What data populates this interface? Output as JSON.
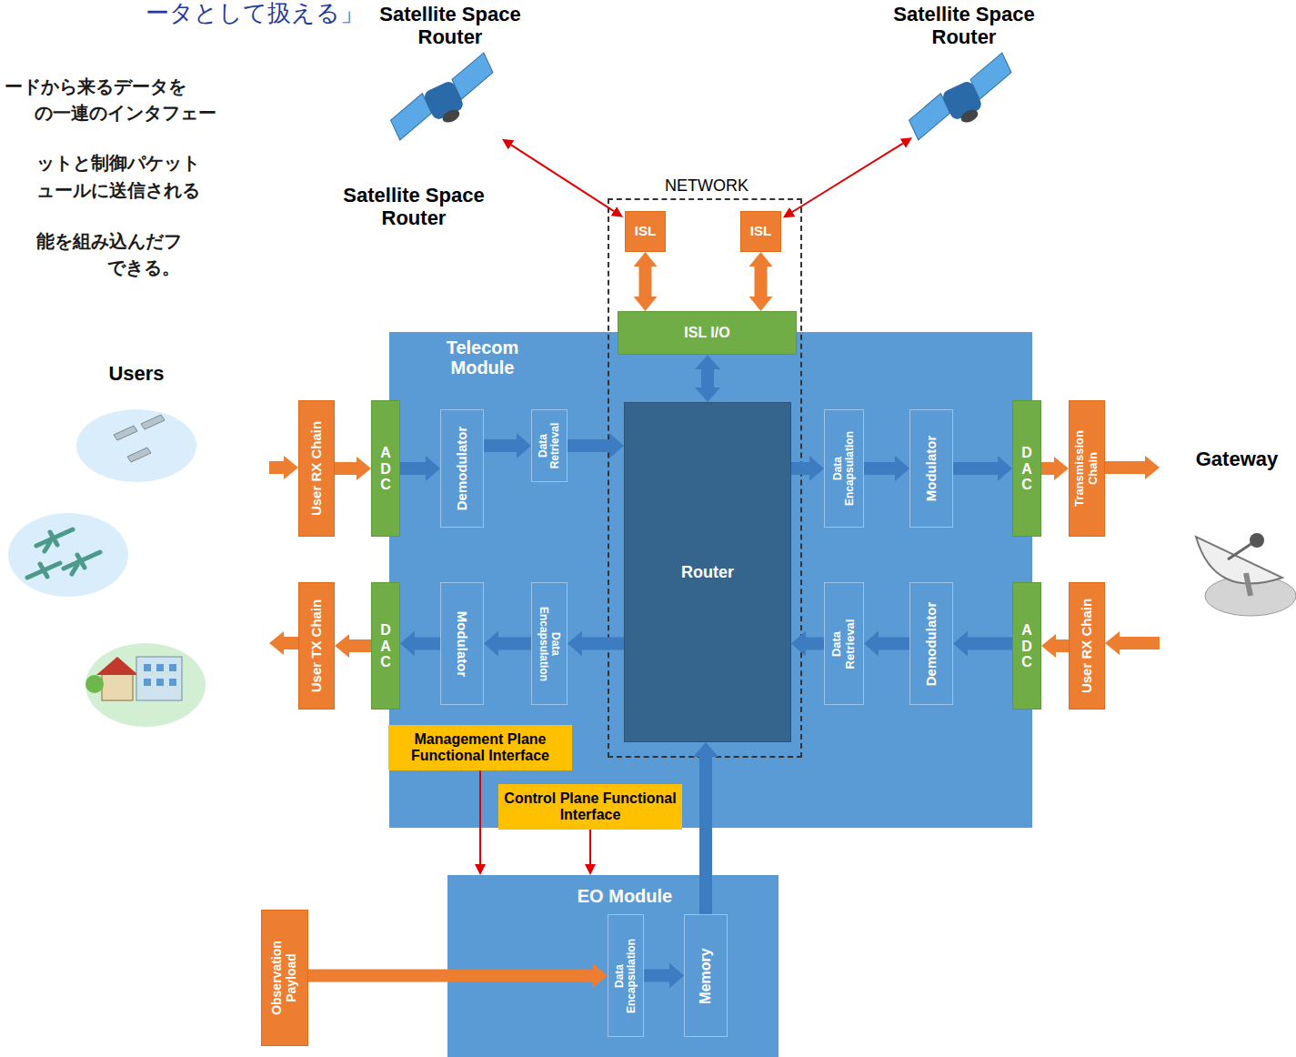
{
  "diagram": {
    "nodes": [
      {
        "text": [
          "Satellite Space Router"
        ]
      },
      {
        "text": [
          "Satellite Space Router"
        ]
      },
      {
        "text": [
          "Telecom Module"
        ]
      },
      {
        "text": [
          "User RX Chain"
        ]
      },
      {
        "text": [
          "ADC"
        ],
        "in": 2
      },
      {
        "text": [
          "Demodulator"
        ],
        "in": 2
      },
      {
        "text": [
          "Data Retrieval"
        ],
        "in": 2
      },
      {
        "text": [
          "Data Encapsulation"
        ],
        "in": 2
      },
      {
        "text": [
          "Modulator"
        ],
        "in": 2
      },
      {
        "text": [
          "DAC"
        ],
        "in": 2
      },
      {
        "text": [
          "Transmission Chain"
        ]
      },
      {
        "text": [
          "User TX Chain"
        ]
      },
      {
        "text": [
          "DAC"
        ],
        "in": 2
      },
      {
        "text": [
          "Modulator"
        ],
        "in": 2
      },
      {
        "text": [
          "Data Encapsulation"
        ],
        "in": 2
      },
      {
        "text": [
          "Data Retrieval"
        ],
        "in": 2
      },
      {
        "text": [
          "Demodulator"
        ],
        "in": 2
      },
      {
        "text": [
          "ADC"
        ],
        "in": 2
      },
      {
        "text": [
          "User RX Chain"
        ]
      },
      {
        "text": [
          "NETWORK"
        ]
      },
      {
        "text": [
          "ISL"
        ],
        "in": 19
      },
      {
        "text": [
          "ISL"
        ],
        "in": 19
      },
      {
        "text": [
          "ISL I/O"
        ],
        "in": 19
      },
      {
        "text": [
          "Router"
        ],
        "in": 19
      },
      {
        "text": [
          "Management Plane Functional Interface"
        ],
        "in": 2
      },
      {
        "text": [
          "Control Plane Functional Interface"
        ],
        "in": 2
      },
      {
        "text": [
          "EO Module"
        ]
      },
      {
        "text": [
          "Observation Payload"
        ]
      },
      {
        "text": [
          "Data Encapsulation"
        ],
        "in": 26
      },
      {
        "text": [
          "Memory"
        ],
        "in": 26
      }
    ],
    "edges": [
      {
        "from": 0,
        "to": 20,
        "arrow": "both"
      },
      {
        "from": 1,
        "to": 21,
        "arrow": "both"
      },
      {
        "from": 20,
        "to": 22,
        "arrow": "both"
      },
      {
        "from": 21,
        "to": 22,
        "arrow": "both"
      },
      {
        "from": 22,
        "to": 23,
        "arrow": "both"
      },
      {
        "from": 3,
        "to": 4,
        "arrow": "to"
      },
      {
        "from": 4,
        "to": 5,
        "arrow": "to"
      },
      {
        "from": 5,
        "to": 6,
        "arrow": "to"
      },
      {
        "from": 6,
        "to": 23,
        "arrow": "to"
      },
      {
        "from": 23,
        "to": 7,
        "arrow": "to"
      },
      {
        "from": 7,
        "to": 8,
        "arrow": "to"
      },
      {
        "from": 8,
        "to": 9,
        "arrow": "to"
      },
      {
        "from": 9,
        "to": 10,
        "arrow": "to"
      },
      {
        "from": 23,
        "to": 14,
        "arrow": "to"
      },
      {
        "from": 14,
        "to": 13,
        "arrow": "to"
      },
      {
        "from": 13,
        "to": 12,
        "arrow": "to"
      },
      {
        "from": 12,
        "to": 11,
        "arrow": "to"
      },
      {
        "from": 18,
        "to": 17,
        "arrow": "to"
      },
      {
        "from": 17,
        "to": 16,
        "arrow": "to"
      },
      {
        "from": 16,
        "to": 15,
        "arrow": "to"
      },
      {
        "from": 15,
        "to": 23,
        "arrow": "to"
      },
      {
        "from": 24,
        "to": 26,
        "arrow": "to"
      },
      {
        "from": 25,
        "to": 26,
        "arrow": "to"
      },
      {
        "from": 27,
        "to": 28,
        "arrow": "to"
      },
      {
        "from": 28,
        "to": 29,
        "arrow": "to"
      },
      {
        "from": 29,
        "to": 23,
        "arrow": "to"
      }
    ],
    "labels": [
      "ータとして扱える」",
      "ードから来るデータを",
      "の一連のインタフェー",
      "ットと制御パケット",
      "ュールに送信される",
      "能を組み込んだフ",
      "できる。",
      "Satellite Space Router",
      "Users",
      "Gateway"
    ]
  }
}
